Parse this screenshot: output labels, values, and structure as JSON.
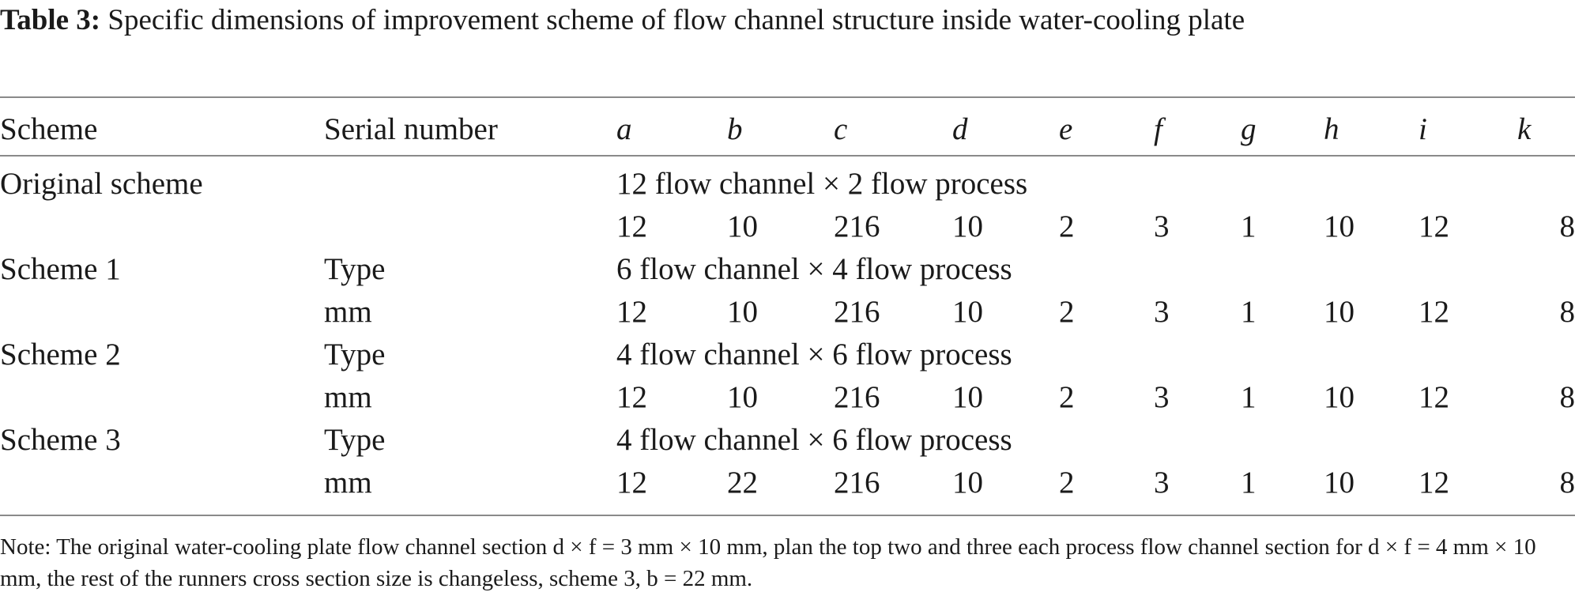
{
  "caption": {
    "label": "Table 3:",
    "text": "Specific dimensions of improvement scheme of flow channel structure inside water-cooling plate"
  },
  "table": {
    "headers": [
      "Scheme",
      "Serial number",
      "a",
      "b",
      "c",
      "d",
      "e",
      "f",
      "g",
      "h",
      "i",
      "k"
    ],
    "rows": [
      {
        "scheme": "Original scheme",
        "type_label": "",
        "type_value": "12 flow channel × 2 flow process",
        "unit_label": "",
        "values": [
          "12",
          "10",
          "216",
          "10",
          "2",
          "3",
          "1",
          "10",
          "12",
          "8"
        ]
      },
      {
        "scheme": "Scheme 1",
        "type_label": "Type",
        "type_value": "6 flow channel × 4 flow process",
        "unit_label": "mm",
        "values": [
          "12",
          "10",
          "216",
          "10",
          "2",
          "3",
          "1",
          "10",
          "12",
          "8"
        ]
      },
      {
        "scheme": "Scheme 2",
        "type_label": "Type",
        "type_value": "4 flow channel × 6 flow process",
        "unit_label": "mm",
        "values": [
          "12",
          "10",
          "216",
          "10",
          "2",
          "3",
          "1",
          "10",
          "12",
          "8"
        ]
      },
      {
        "scheme": "Scheme 3",
        "type_label": "Type",
        "type_value": "4 flow channel × 6 flow process",
        "unit_label": "mm",
        "values": [
          "12",
          "22",
          "216",
          "10",
          "2",
          "3",
          "1",
          "10",
          "12",
          "8"
        ]
      }
    ]
  },
  "note": "Note: The original water-cooling plate flow channel section d × f = 3 mm × 10 mm, plan the top two and three each process flow channel section for d × f = 4 mm × 10 mm, the rest of the runners cross section size is changeless, scheme 3, b = 22 mm."
}
